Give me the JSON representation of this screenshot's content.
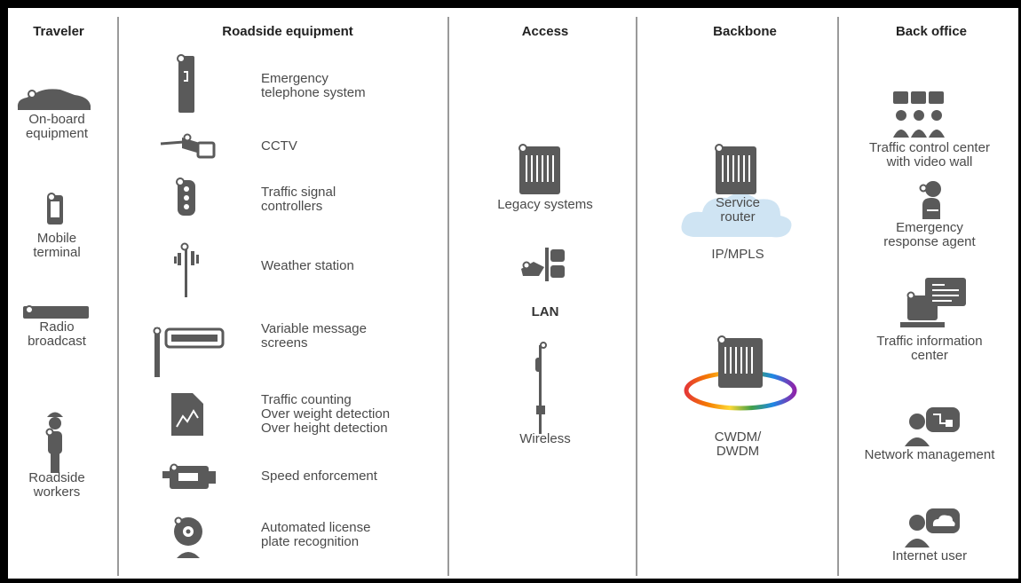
{
  "columns": [
    {
      "header": "Traveler"
    },
    {
      "header": "Roadside equipment"
    },
    {
      "header": "Access"
    },
    {
      "header": "Backbone"
    },
    {
      "header": "Back office"
    }
  ],
  "traveler": [
    {
      "label": "On-board\nequipment",
      "icon": "car-icon"
    },
    {
      "label": "Mobile\nterminal",
      "icon": "mobile-phone-icon"
    },
    {
      "label": "Radio\nbroadcast",
      "icon": "radio-icon"
    },
    {
      "label": "Roadside\nworkers",
      "icon": "worker-icon"
    }
  ],
  "roadside": [
    {
      "label": "Emergency\ntelephone system",
      "icon": "emergency-phone-icon"
    },
    {
      "label": "CCTV",
      "icon": "cctv-camera-icon"
    },
    {
      "label": "Traffic signal\ncontrollers",
      "icon": "traffic-light-icon"
    },
    {
      "label": "Weather station",
      "icon": "weather-station-icon"
    },
    {
      "label": "Variable message\nscreens",
      "icon": "message-sign-icon"
    },
    {
      "label": "Traffic counting\nOver weight detection\nOver height detection",
      "icon": "traffic-counter-icon"
    },
    {
      "label": "Speed enforcement",
      "icon": "speed-camera-icon"
    },
    {
      "label": "Automated license\nplate recognition",
      "icon": "webcam-icon"
    }
  ],
  "access": [
    {
      "label": "Legacy systems",
      "icon": "legacy-router-icon"
    },
    {
      "label": "LAN",
      "icon": "lan-switch-icon"
    },
    {
      "label": "Wireless",
      "icon": "wireless-tower-icon"
    }
  ],
  "backbone": {
    "cloud_label": "Service\nrouter",
    "ipmpls_label": "IP/MPLS",
    "dwdm_label": "CWDM/\nDWDM"
  },
  "backoffice": [
    {
      "label": "Traffic control center\nwith video wall",
      "icon": "video-wall-icon"
    },
    {
      "label": "Emergency\nresponse agent",
      "icon": "agent-icon"
    },
    {
      "label": "Traffic information\ncenter",
      "icon": "info-center-icon"
    },
    {
      "label": "Network management",
      "icon": "network-management-icon"
    },
    {
      "label": "Internet user",
      "icon": "internet-user-icon"
    }
  ],
  "colors": {
    "icon": "#5a5a5a",
    "cloud": "#cfe4f3",
    "divider": "#9a9a9a"
  }
}
